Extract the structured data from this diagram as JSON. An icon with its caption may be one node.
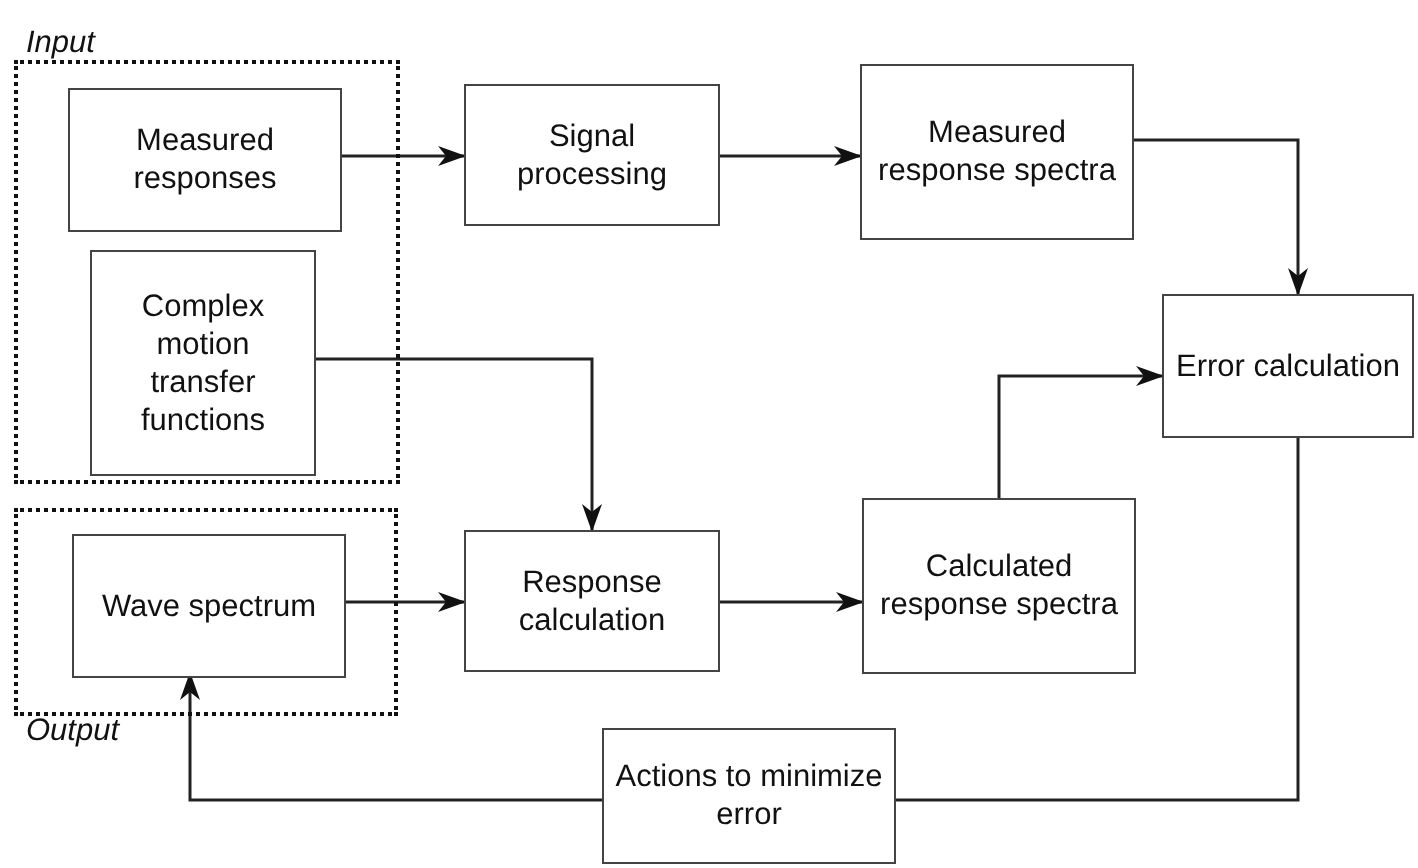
{
  "diagram": {
    "nodes": [
      {
        "text": [
          "Input"
        ]
      },
      {
        "text": [
          "Measured responses"
        ],
        "in": 0
      },
      {
        "text": [
          "Complex motion transfer functions"
        ],
        "in": 0
      },
      {
        "text": [
          "Output"
        ]
      },
      {
        "text": [
          "Wave spectrum"
        ],
        "in": 3
      },
      {
        "text": [
          "Signal processing"
        ]
      },
      {
        "text": [
          "Measured response spectra"
        ]
      },
      {
        "text": [
          "Error calculation"
        ]
      },
      {
        "text": [
          "Response calculation"
        ]
      },
      {
        "text": [
          "Calculated response spectra"
        ]
      },
      {
        "text": [
          "Actions to minimize error"
        ]
      }
    ],
    "edges": [
      {
        "from": 1,
        "to": 5,
        "arrow": "to"
      },
      {
        "from": 5,
        "to": 6,
        "arrow": "to"
      },
      {
        "from": 6,
        "to": 7,
        "arrow": "to"
      },
      {
        "from": 2,
        "to": 8,
        "arrow": "to"
      },
      {
        "from": 4,
        "to": 8,
        "arrow": "to"
      },
      {
        "from": 8,
        "to": 9,
        "arrow": "to"
      },
      {
        "from": 9,
        "to": 7,
        "arrow": "to"
      },
      {
        "from": 7,
        "to": 10,
        "arrow": "none"
      },
      {
        "from": 10,
        "to": 4,
        "arrow": "to"
      }
    ]
  }
}
